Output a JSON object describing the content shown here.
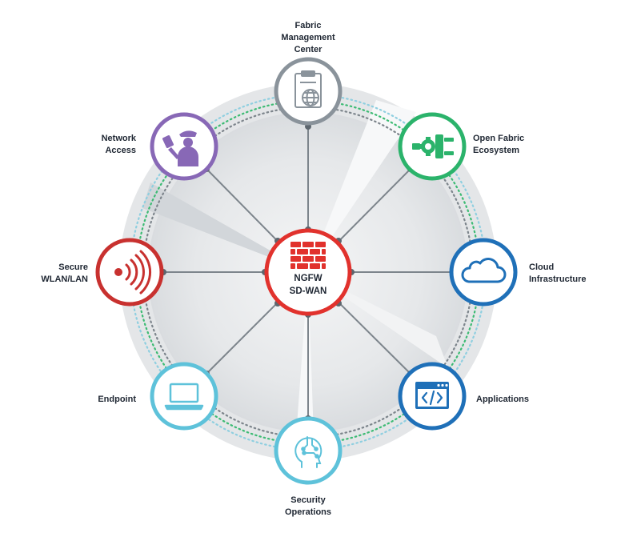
{
  "center": {
    "line1": "NGFW",
    "line2": "SD-WAN",
    "color": "#e1322d",
    "icon": "brick-firewall-icon"
  },
  "nodes": {
    "fmc": {
      "lines": [
        "Fabric",
        "Management",
        "Center"
      ],
      "color": "#8a939b",
      "icon": "clipboard-globe-icon"
    },
    "ecosystem": {
      "lines": [
        "Open Fabric",
        "Ecosystem"
      ],
      "color": "#2bb36b",
      "icon": "plug-gear-icon"
    },
    "cloud": {
      "lines": [
        "Cloud",
        "Infrastructure"
      ],
      "color": "#1f70b8",
      "icon": "cloud-icon"
    },
    "apps": {
      "lines": [
        "Applications"
      ],
      "color": "#1f70b8",
      "icon": "code-window-icon"
    },
    "secops": {
      "lines": [
        "Security",
        "Operations"
      ],
      "color": "#5ec2da",
      "icon": "brain-circuit-icon"
    },
    "endpoint": {
      "lines": [
        "Endpoint"
      ],
      "color": "#5ec2da",
      "icon": "laptop-icon"
    },
    "wlan": {
      "lines": [
        "Secure",
        "WLAN/LAN"
      ],
      "color": "#c8312f",
      "icon": "wireless-signal-icon"
    },
    "access": {
      "lines": [
        "Network",
        "Access"
      ],
      "color": "#8868b6",
      "icon": "guard-icon"
    }
  }
}
